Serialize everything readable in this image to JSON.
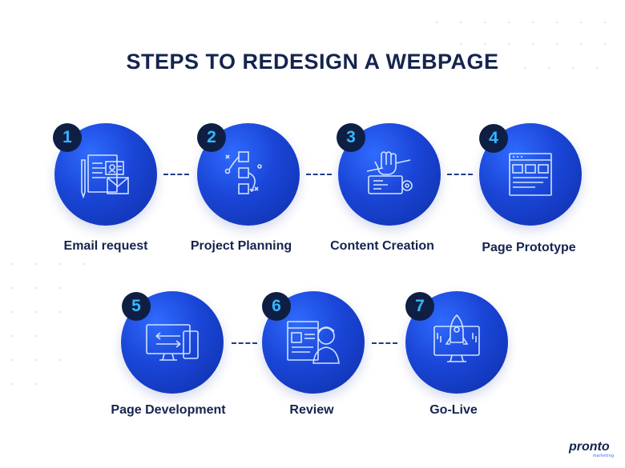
{
  "title": "STEPS TO REDESIGN A WEBPAGE",
  "steps": [
    {
      "number": "1",
      "label": "Email request"
    },
    {
      "number": "2",
      "label": "Project Planning"
    },
    {
      "number": "3",
      "label": "Content Creation"
    },
    {
      "number": "4",
      "label": "Page Prototype"
    },
    {
      "number": "5",
      "label": "Page Development"
    },
    {
      "number": "6",
      "label": "Review"
    },
    {
      "number": "7",
      "label": "Go-Live"
    }
  ],
  "logo": {
    "text_main": "pronto",
    "text_sub": "marketing"
  },
  "colors": {
    "circle": "#1a45d6",
    "badge": "#0f1f44",
    "badge_text": "#36b6ff",
    "text": "#15244f"
  }
}
